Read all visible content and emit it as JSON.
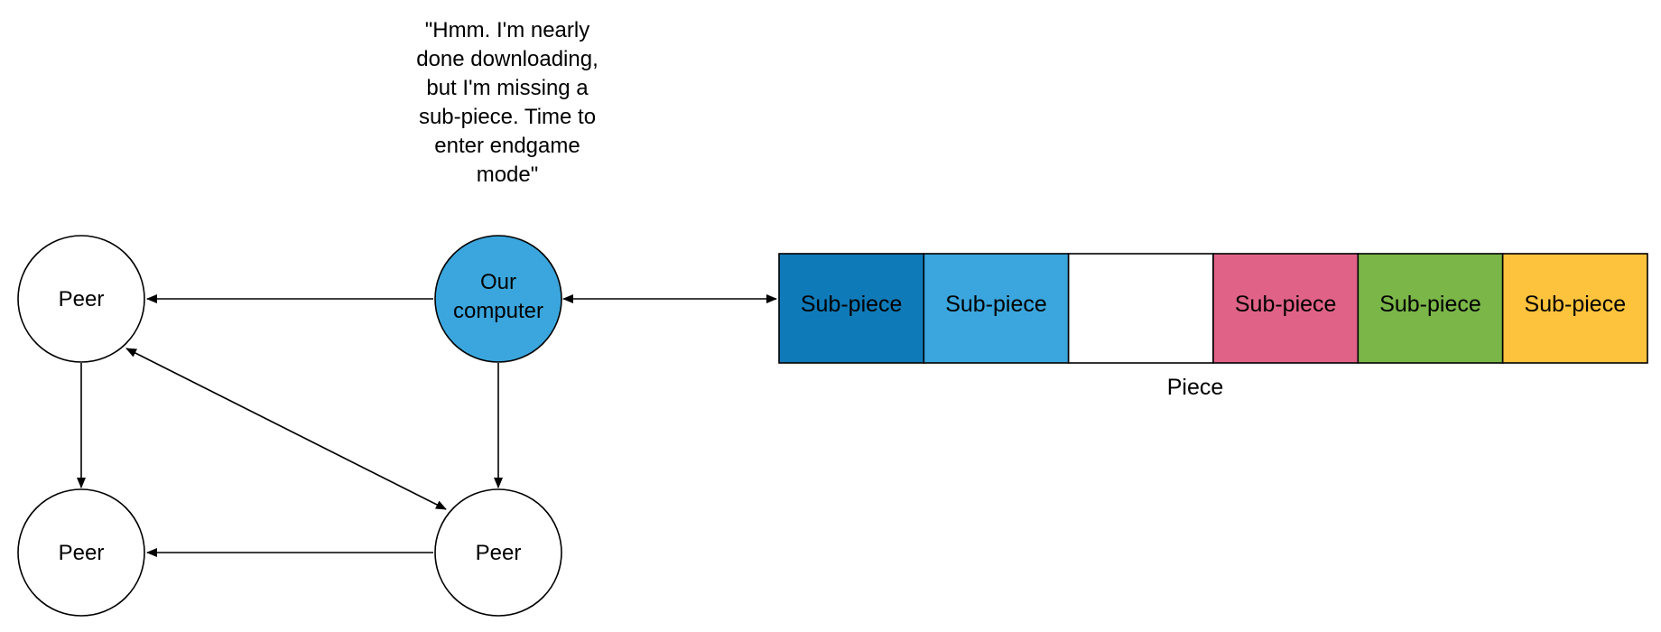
{
  "quote": {
    "lines": [
      "\"Hmm. I'm nearly",
      "done downloading,",
      "but I'm missing a",
      "sub-piece. Time to",
      "enter endgame",
      "mode\""
    ]
  },
  "nodes": {
    "peer_top_left": {
      "label": "Peer"
    },
    "our_computer": {
      "label_lines": [
        "Our",
        "computer"
      ],
      "fill": "#3AA6DD"
    },
    "peer_bottom_left": {
      "label": "Peer"
    },
    "peer_bottom_right": {
      "label": "Peer"
    }
  },
  "piece": {
    "label": "Piece",
    "sub_pieces": [
      {
        "label": "Sub-piece",
        "color": "#0F7AB8"
      },
      {
        "label": "Sub-piece",
        "color": "#3AA6DD"
      },
      {
        "label": "",
        "color": "#FFFFFF",
        "missing": true
      },
      {
        "label": "Sub-piece",
        "color": "#E06387"
      },
      {
        "label": "Sub-piece",
        "color": "#7AB648"
      },
      {
        "label": "Sub-piece",
        "color": "#FDC33C"
      }
    ]
  },
  "edges": [
    {
      "from": "our_computer",
      "to": "peer_top_left",
      "direction": "one-way"
    },
    {
      "from": "our_computer",
      "to": "piece",
      "direction": "two-way"
    },
    {
      "from": "peer_top_left",
      "to": "peer_bottom_left",
      "direction": "one-way"
    },
    {
      "from": "our_computer",
      "to": "peer_bottom_right",
      "direction": "one-way"
    },
    {
      "from": "peer_bottom_right",
      "to": "peer_bottom_left",
      "direction": "one-way"
    },
    {
      "from": "peer_bottom_right",
      "to": "peer_top_left",
      "direction": "two-way"
    }
  ]
}
